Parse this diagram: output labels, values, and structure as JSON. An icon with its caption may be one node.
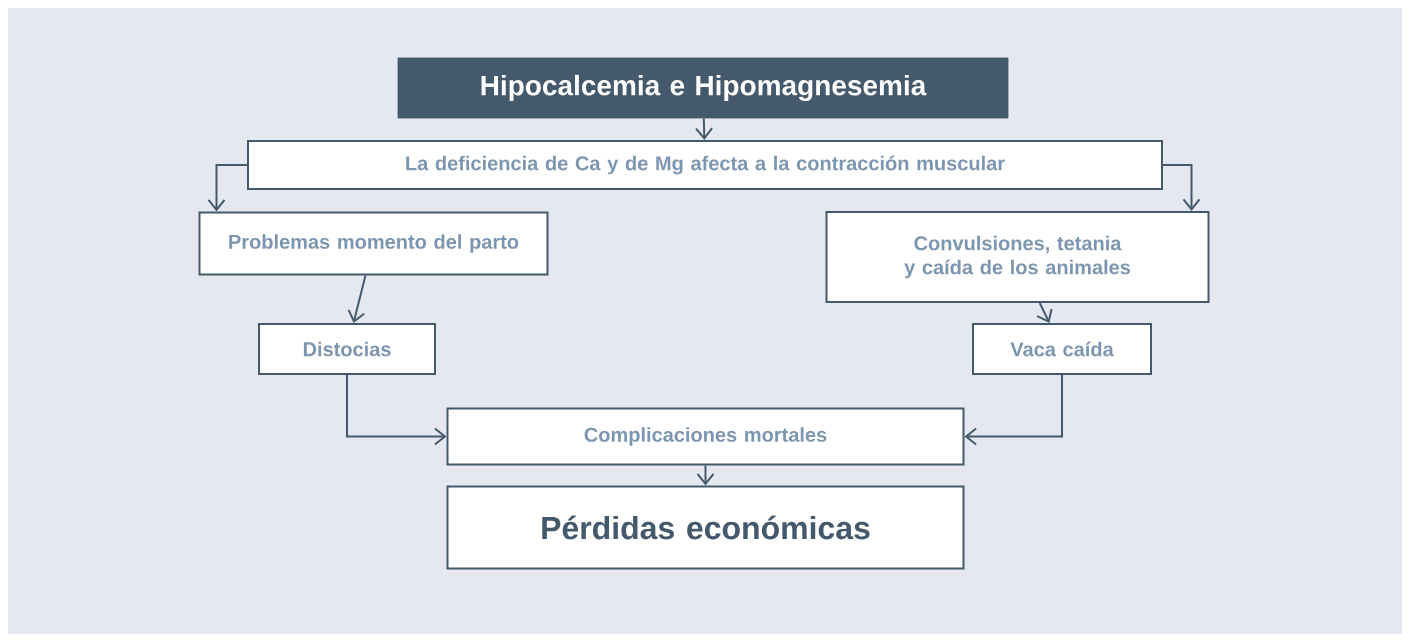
{
  "diagram": {
    "nodes": [
      {
        "text": [
          "Hipocalcemia e Hipomagnesemia"
        ]
      },
      {
        "text": [
          "La deficiencia de Ca y de Mg afecta a la contracción muscular"
        ]
      },
      {
        "text": [
          "Problemas momento del parto"
        ]
      },
      {
        "text": [
          "Convulsiones, tetania y caída de los animales"
        ]
      },
      {
        "text": [
          "Distocias"
        ]
      },
      {
        "text": [
          "Vaca caída"
        ]
      },
      {
        "text": [
          "Complicaciones mortales"
        ]
      },
      {
        "text": [
          "Pérdidas económicas"
        ]
      }
    ],
    "edges": [
      {
        "from": 0,
        "to": 1,
        "arrow": "to"
      },
      {
        "from": 1,
        "to": 2,
        "arrow": "to"
      },
      {
        "from": 1,
        "to": 3,
        "arrow": "to"
      },
      {
        "from": 2,
        "to": 4,
        "arrow": "to"
      },
      {
        "from": 3,
        "to": 5,
        "arrow": "to"
      },
      {
        "from": 4,
        "to": 6,
        "arrow": "to"
      },
      {
        "from": 5,
        "to": 6,
        "arrow": "to"
      },
      {
        "from": 6,
        "to": 7,
        "arrow": "to"
      }
    ]
  }
}
